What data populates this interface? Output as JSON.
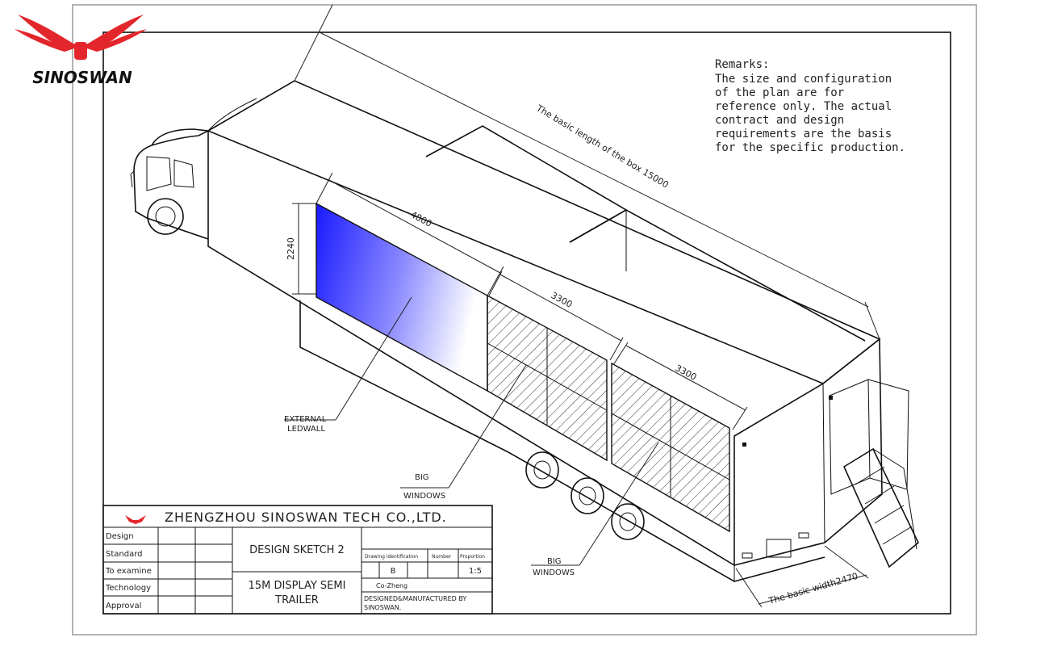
{
  "logo": {
    "text": "SINOSWAN",
    "color": "#e3262b"
  },
  "remarks": {
    "title": "Remarks:",
    "lines": [
      "The size and configuration",
      "of the plan are for",
      "reference only. The actual",
      "contract and design",
      "requirements are the basis",
      "for the specific production."
    ]
  },
  "dimensions": {
    "box_length": "The basic length of the box 15000",
    "ledwall_width": "4800",
    "ledwall_height": "2240",
    "window_1": "3300",
    "window_2": "3300",
    "box_width": "The basic width2470"
  },
  "callouts": {
    "external_1": "EXTERNAL",
    "external_2": "LEDWALL",
    "bigwin_a_1": "BIG",
    "bigwin_a_2": "WINDOWS",
    "bigwin_b_1": "BIG",
    "bigwin_b_2": "WINDOWS"
  },
  "title_block": {
    "company": "ZHENGZHOU SINOSWAN TECH CO.,LTD.",
    "rows": [
      "Design",
      "Standard",
      "To examine",
      "Technology",
      "Approval"
    ],
    "sketch_title": "DESIGN SKETCH 2",
    "product_line1": "15M DISPLAY SEMI",
    "product_line2": "TRAILER",
    "drawing_id_label": "Drawing identification",
    "number_label": "Number",
    "proportion_label": "Proportion",
    "drawing_id_value": "B",
    "proportion_value": "1:5",
    "designer": "Co-Zheng",
    "manufactured_line1": "DESIGNED&MANUFACTURED BY",
    "manufactured_line2": "SINOSWAN."
  },
  "colors": {
    "ledwall_start": "#1a1aff",
    "ledwall_end": "#ffffff"
  }
}
